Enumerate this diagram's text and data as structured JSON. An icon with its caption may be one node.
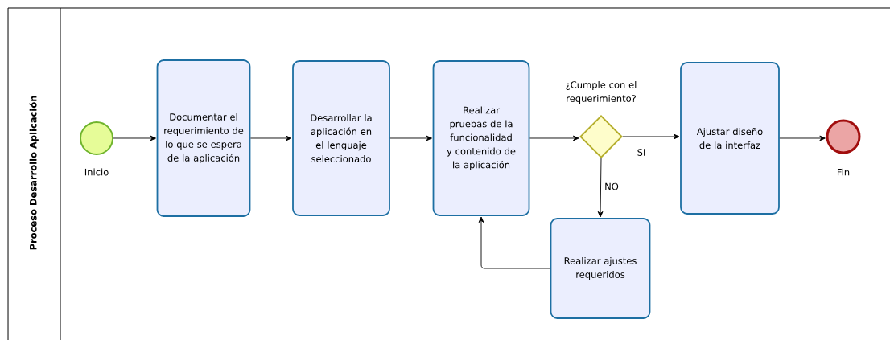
{
  "diagram": {
    "nodes": [
      {
        "text": [
          "Proceso Desarrollo Aplicación"
        ]
      },
      {
        "text": [],
        "shape": "circle",
        "beside": [
          "Inicio"
        ],
        "in": 0
      },
      {
        "text": [
          "Documentar el requerimiento de lo que se espera de la aplicación"
        ],
        "in": 0
      },
      {
        "text": [
          "Desarrollar la aplicación en el lenguaje seleccionado"
        ],
        "in": 0
      },
      {
        "text": [
          "Realizar pruebas de la funcionalidad y contenido de la aplicación"
        ],
        "in": 0
      },
      {
        "text": [],
        "shape": "diamond",
        "beside": [
          "¿Cumple con el requerimiento?"
        ],
        "in": 0
      },
      {
        "text": [
          "Ajustar diseño de la interfaz"
        ],
        "in": 0
      },
      {
        "text": [],
        "shape": "circle",
        "beside": [
          "Fin"
        ],
        "in": 0
      },
      {
        "text": [
          "Realizar ajustes requeridos"
        ],
        "in": 0
      }
    ],
    "edges": [
      {
        "from": 1,
        "to": 2,
        "arrow": "to"
      },
      {
        "from": 2,
        "to": 3,
        "arrow": "to"
      },
      {
        "from": 3,
        "to": 4,
        "arrow": "to"
      },
      {
        "from": 4,
        "to": 5,
        "arrow": "to"
      },
      {
        "from": 5,
        "to": 6,
        "arrow": "to",
        "label": "SI"
      },
      {
        "from": 6,
        "to": 7,
        "arrow": "to"
      },
      {
        "from": 5,
        "to": 8,
        "arrow": "to",
        "label": "NO"
      },
      {
        "from": 8,
        "to": 4,
        "arrow": "to"
      }
    ]
  }
}
